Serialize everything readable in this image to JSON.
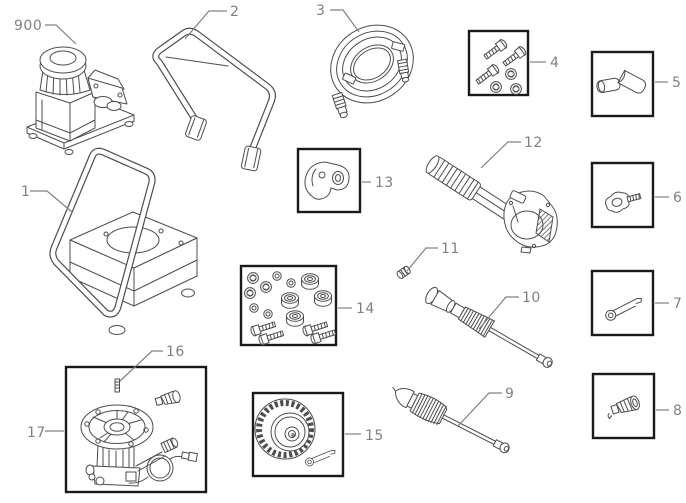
{
  "diagram": {
    "background_color": "#ffffff",
    "line_color": "#4d4d4d",
    "label_color": "#808080",
    "box_border_color": "#1a1a1a",
    "callouts": {
      "c900": "900",
      "c1": "1",
      "c2": "2",
      "c3": "3",
      "c4": "4",
      "c5": "5",
      "c6": "6",
      "c7": "7",
      "c8": "8",
      "c9": "9",
      "c10": "10",
      "c11": "11",
      "c12": "12",
      "c13": "13",
      "c14": "14",
      "c15": "15",
      "c16": "16",
      "c17": "17"
    }
  }
}
